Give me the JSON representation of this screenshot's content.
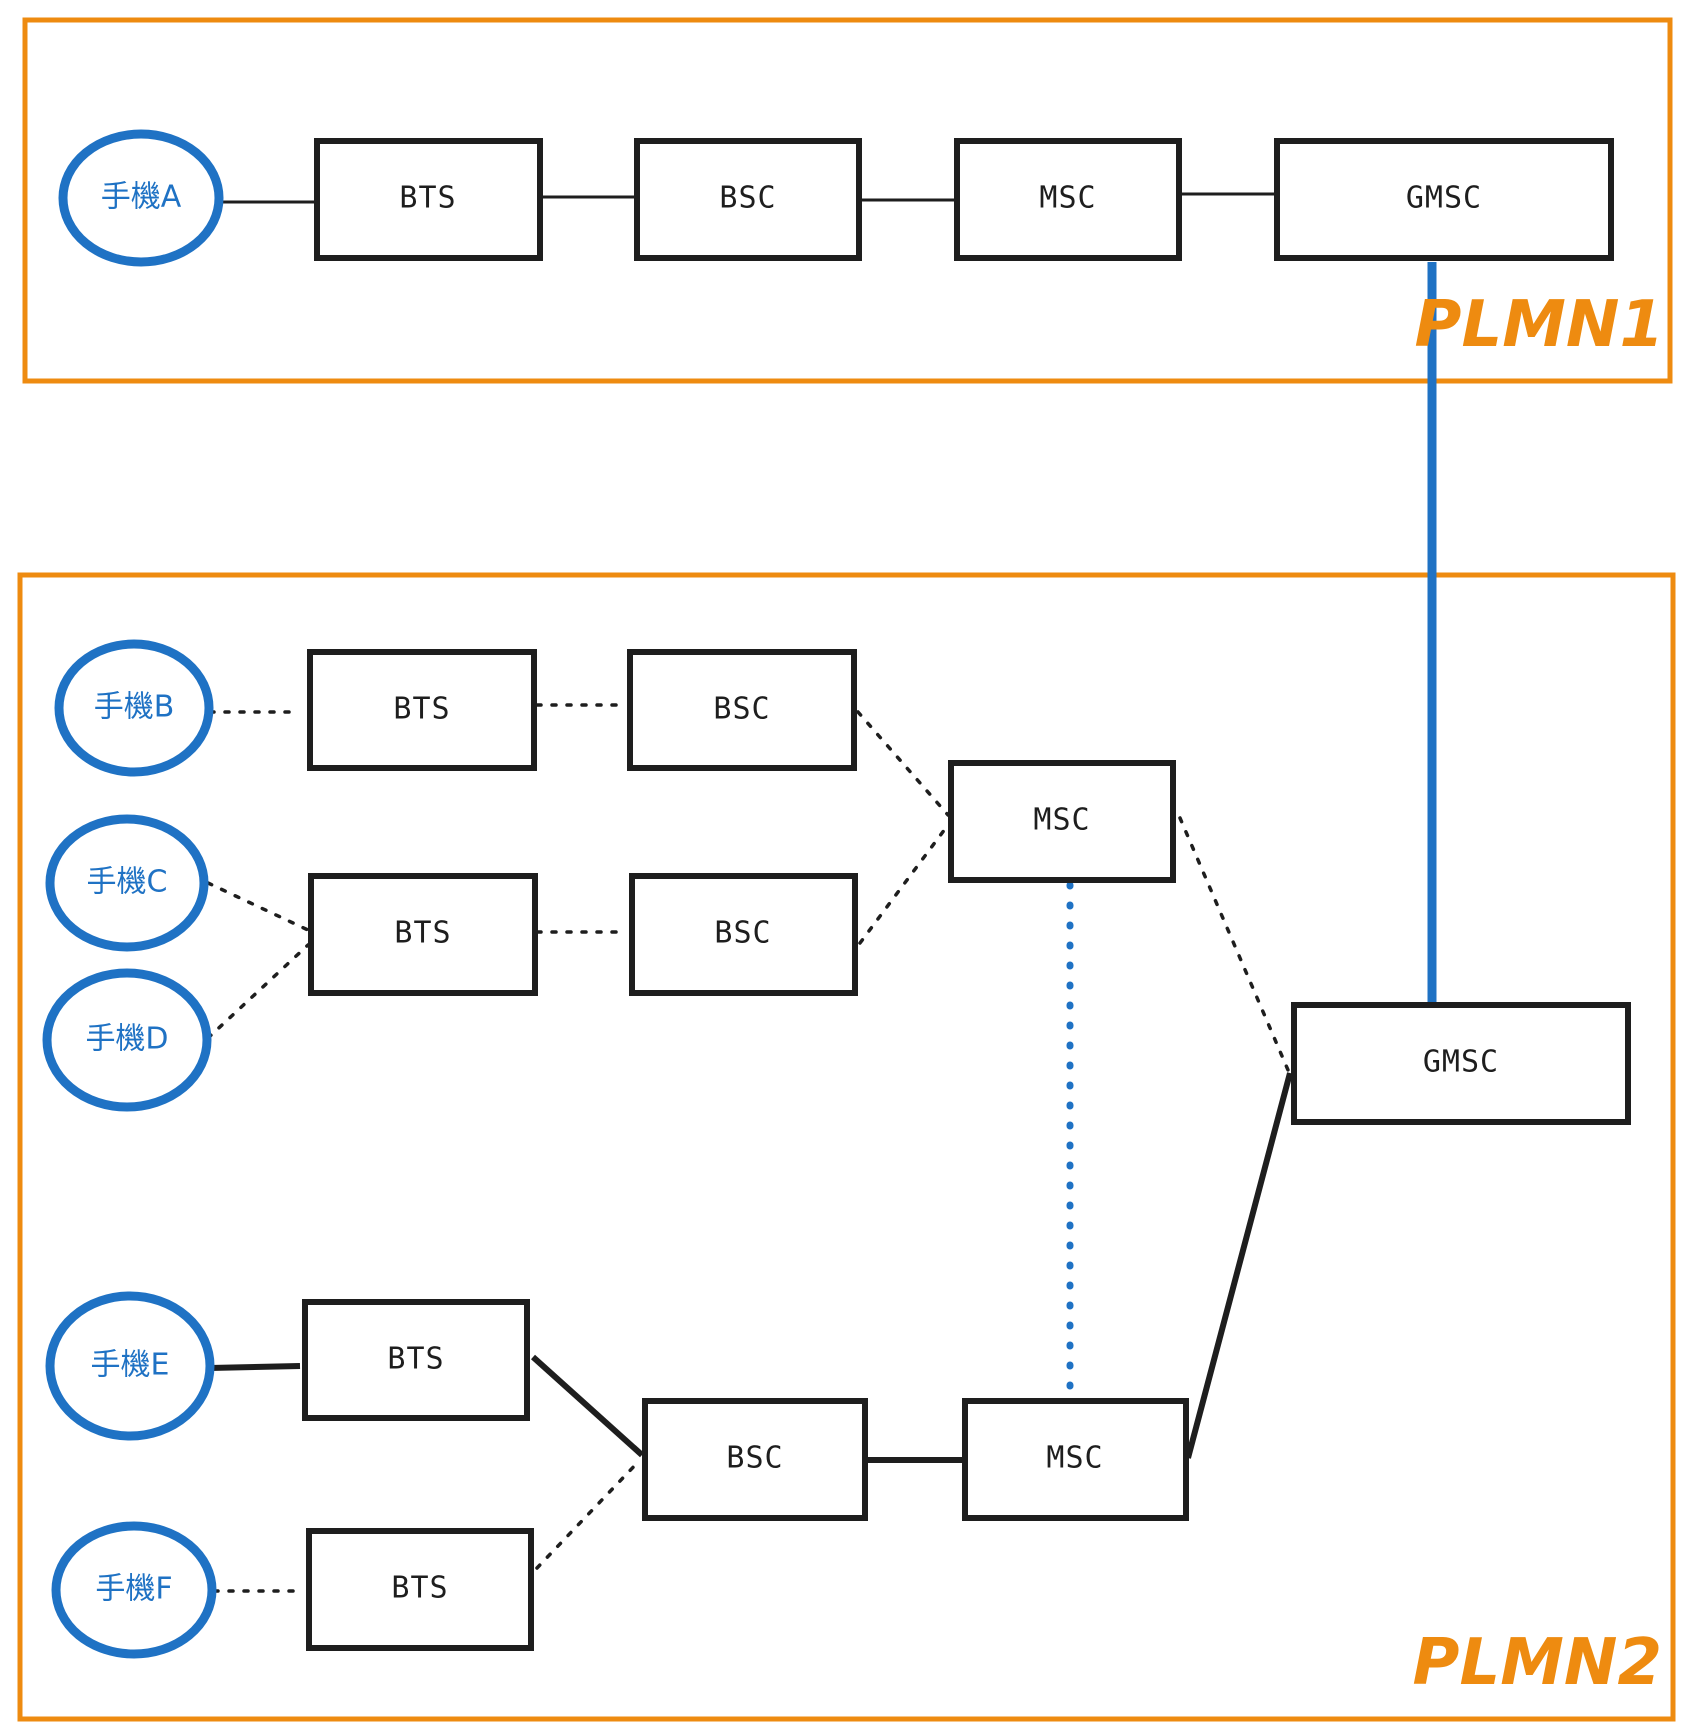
{
  "colors": {
    "frame": "#ee8b10",
    "phone": "#1f72c4",
    "node": "#1e1e1e",
    "blue_link": "#1f72c4"
  },
  "regions": {
    "plmn1": {
      "label": "PLMN1"
    },
    "plmn2": {
      "label": "PLMN2"
    }
  },
  "phones": {
    "a": "手機A",
    "b": "手機B",
    "c": "手機C",
    "d": "手機D",
    "e": "手機E",
    "f": "手機F"
  },
  "nodes": {
    "p1_bts": "BTS",
    "p1_bsc": "BSC",
    "p1_msc": "MSC",
    "p1_gmsc": "GMSC",
    "p2_bts1": "BTS",
    "p2_bsc1": "BSC",
    "p2_bts2": "BTS",
    "p2_bsc2": "BSC",
    "p2_msc1": "MSC",
    "p2_gmsc": "GMSC",
    "p2_bts3": "BTS",
    "p2_bts4": "BTS",
    "p2_bsc3": "BSC",
    "p2_msc2": "MSC"
  }
}
